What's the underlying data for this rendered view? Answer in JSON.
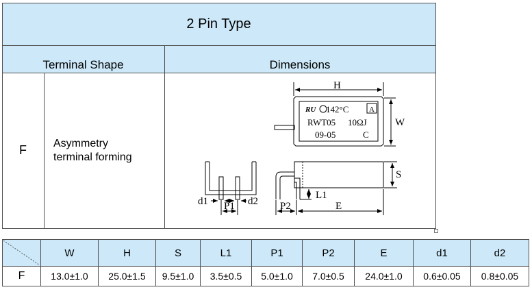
{
  "table": {
    "title": "2 Pin Type",
    "col_terminal_shape": "Terminal Shape",
    "col_dimensions": "Dimensions",
    "row_code": "F",
    "shape_line1": "Asymmetry",
    "shape_line2": "terminal forming"
  },
  "drawing": {
    "labels": {
      "H": "H",
      "W": "W",
      "S": "S",
      "L1": "L1",
      "P1": "P1",
      "P2": "P2",
      "E": "E",
      "d1": "d1",
      "d2": "d2"
    },
    "marking": {
      "temp": "142°C",
      "box_letter": "A",
      "model": "RWT05",
      "rating": "10ΩJ",
      "date": "09-05",
      "code": "C"
    }
  },
  "dimension_table": {
    "headers": [
      "W",
      "H",
      "S",
      "L1",
      "P1",
      "P2",
      "E",
      "d1",
      "d2"
    ],
    "row_label": "F",
    "values": [
      "13.0±1.0",
      "25.0±1.5",
      "9.5±1.0",
      "3.5±0.5",
      "5.0±1.0",
      "7.0±0.5",
      "24.0±1.0",
      "0.6±0.05",
      "0.8±0.05"
    ]
  }
}
